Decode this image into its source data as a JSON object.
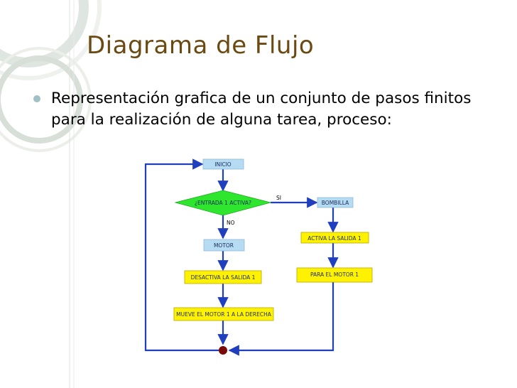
{
  "slide": {
    "title": "Diagrama de Flujo",
    "bullet": "Representación grafica de un conjunto de pasos finitos para la realización de alguna tarea, proceso:"
  },
  "flowchart": {
    "nodes": {
      "inicio": "INICIO",
      "decision": "¿ENTRADA 1 ACTIVA?",
      "bombilla": "BOMBILLA",
      "activa": "ACTIVA LA  SALIDA 1",
      "para": "PARA EL MOTOR 1",
      "motor": "MOTOR",
      "desactiva": "DESACTIVA LA  SALIDA 1",
      "mueve": "MUEVE EL MOTOR 1 A LA DERECHA"
    },
    "labels": {
      "yes": "SI",
      "no": "NO"
    }
  },
  "colors": {
    "title": "#6b4a12",
    "accent_teal": "#9fc0c4",
    "node_blue": "#b5dcf3",
    "node_yellow": "#fff200",
    "node_green": "#2ee62e",
    "connector_blue": "#1f3fbf",
    "end_dot": "#7a0a0a"
  }
}
